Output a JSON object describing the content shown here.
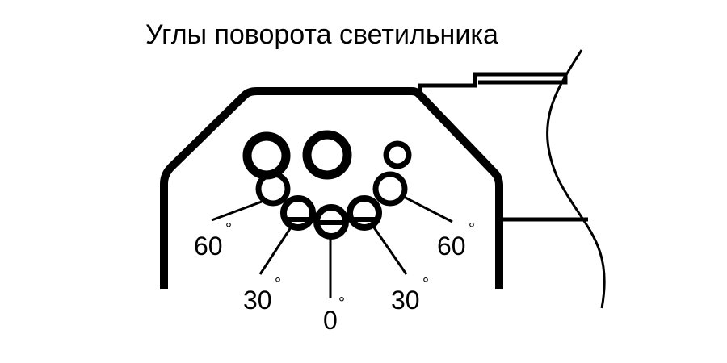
{
  "title": "Углы поворота светильника",
  "labels": {
    "left_60": "60",
    "left_30": "30",
    "center_0": "0",
    "right_30": "30",
    "right_60": "60"
  },
  "degree_symbol": "°",
  "colors": {
    "ink": "#000000",
    "background": "#ffffff"
  }
}
